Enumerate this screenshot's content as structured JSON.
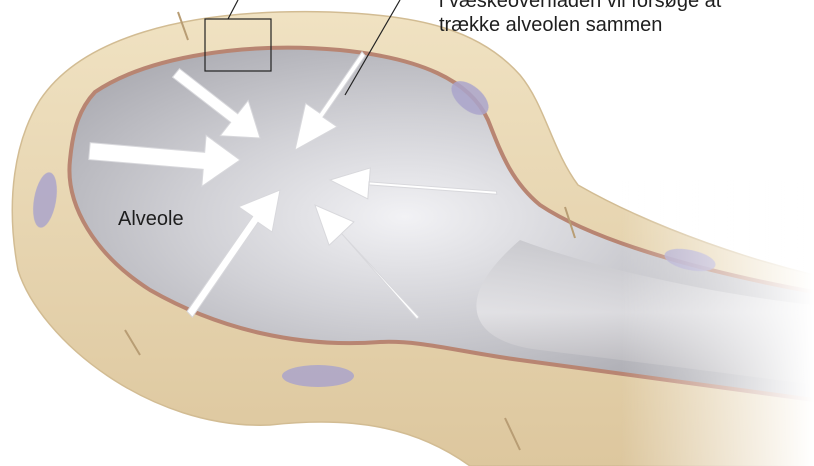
{
  "labels": {
    "alveole": "Alveole",
    "tension_line1": "i væskeoverfladen vil forsøge at",
    "tension_line2": "trække alveolen sammen"
  },
  "colors": {
    "background": "#ffffff",
    "tissue": "#ecdcb9",
    "tissue_shadow": "#d9c39a",
    "membrane": "#c08c78",
    "lumen": "#c9c9cd",
    "lumen_dark": "#a7a7ad",
    "nucleus": "#a9a3cc",
    "arrow": "#ffffff",
    "leader_line": "#222222"
  },
  "icons": [
    "inward-arrow",
    "cell-nucleus",
    "magnification-box"
  ],
  "arrow_count": 6
}
